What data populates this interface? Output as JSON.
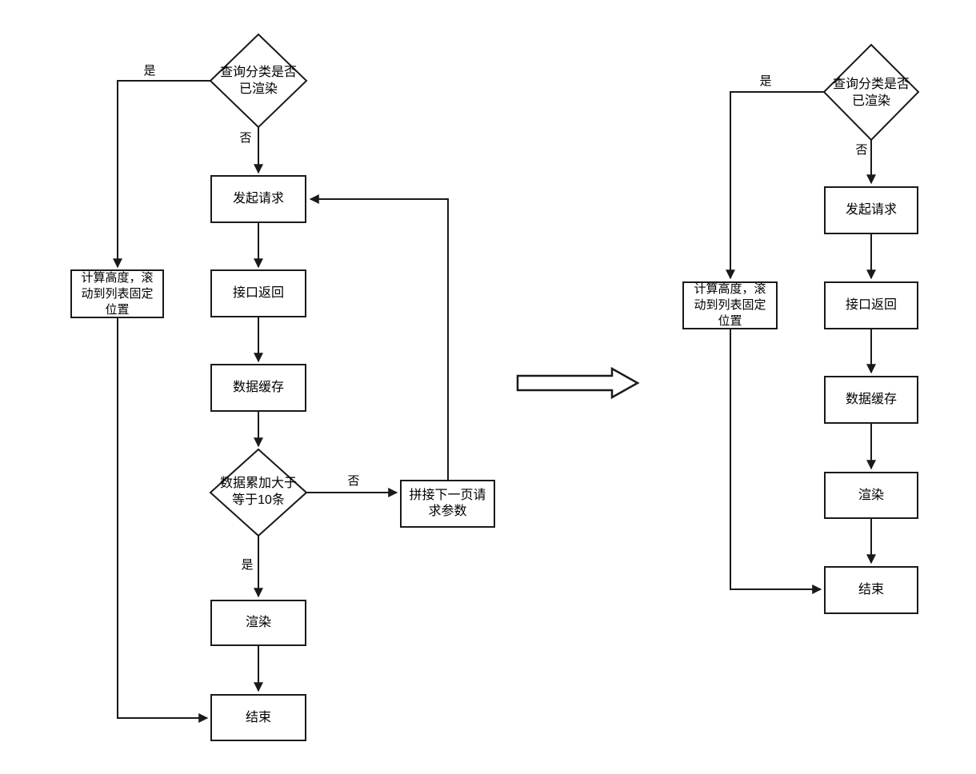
{
  "nodes": {
    "decision_rendered": "查询分类是否\n已渲染",
    "calc_height": "计算高度，滚\n动到列表固定\n位置",
    "request": "发起请求",
    "api_return": "接口返回",
    "data_cache": "数据缓存",
    "decision_count": "数据累加大于\n等于10条",
    "concat_next_page": "拼接下一页请\n求参数",
    "render": "渲染",
    "end": "结束"
  },
  "labels": {
    "yes": "是",
    "no": "否"
  },
  "colors": {
    "stroke": "#1a1a1a",
    "node_fill": "#ffffff",
    "background": "#ffffff"
  }
}
